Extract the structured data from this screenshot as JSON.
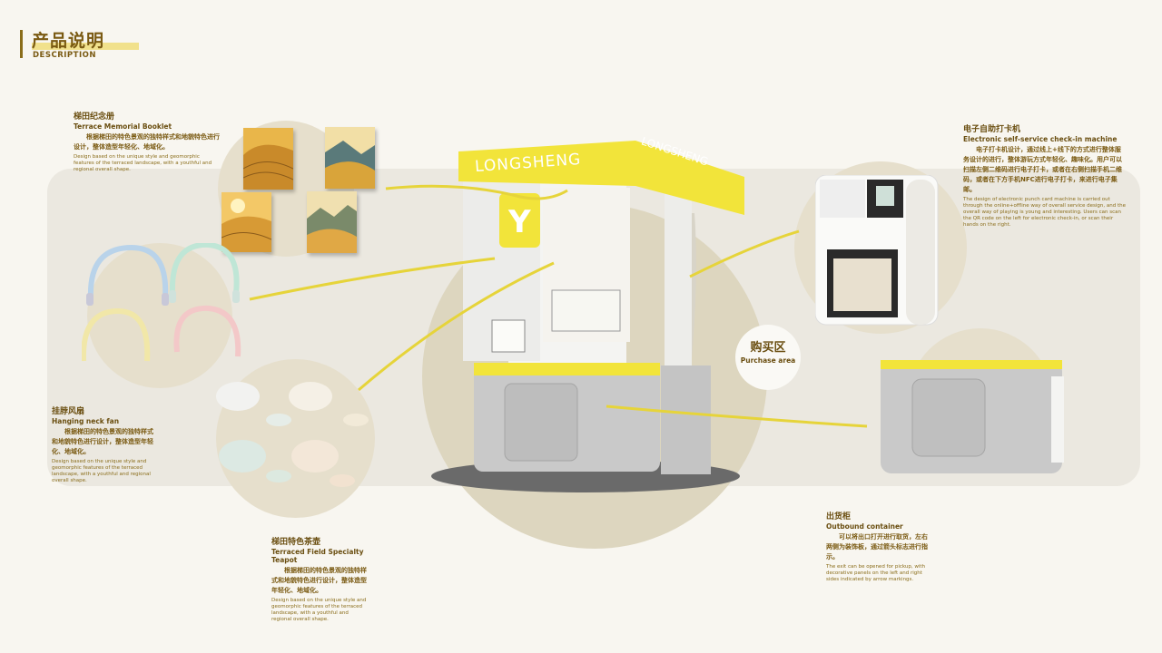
{
  "header": {
    "title": "产品说明",
    "subtitle": "DESCRIPTION"
  },
  "kiosk": {
    "brand_front": "LONGSHENG",
    "brand_side": "LONGSHENG",
    "logo_letter": "Y"
  },
  "purchase": {
    "cn": "购买区",
    "en": "Purchase area"
  },
  "booklet": {
    "cn": "梯田纪念册",
    "en": "Terrace Memorial Booklet",
    "desc_cn": "根据梯田的特色景观的独特样式和地貌特色进行设计，整体造型年轻化、地域化。",
    "desc_en": "Design based on the unique style and geomorphic features of the terraced landscape, with a youthful and regional overall shape."
  },
  "fan": {
    "cn": "挂脖风扇",
    "en": "Hanging neck fan",
    "desc_cn": "根据梯田的特色景观的独特样式和地貌特色进行设计，整体造型年轻化、地域化。",
    "desc_en": "Design based on the unique style and geomorphic features of the terraced landscape, with a youthful and regional overall shape."
  },
  "teapot": {
    "cn": "梯田特色茶壶",
    "en": "Terraced Field Specialty Teapot",
    "desc_cn": "根据梯田的特色景观的独特样式和地貌特色进行设计，整体造型年轻化、地域化。",
    "desc_en": "Design based on the unique style and geomorphic features of the terraced landscape, with a youthful and regional overall shape."
  },
  "checkin": {
    "cn": "电子自助打卡机",
    "en": "Electronic self-service check-in machine",
    "desc_cn": "电子打卡机设计，通过线上+线下的方式进行整体服务设计的进行，整体游玩方式年轻化、趣味化。用户可以扫描左侧二维码进行电子打卡，或者在右侧扫描手机二维码，或者在下方手机NFC进行电子打卡，来进行电子集邮。",
    "desc_en": "The design of electronic punch card machine is carried out through the online+offline way of overall service design, and the overall way of playing is young and interesting. Users can scan the QR code on the left for electronic check-in, or scan their hands on the right."
  },
  "outbound": {
    "cn": "出货柜",
    "en": "Outbound container",
    "desc_cn": "可以将出口打开进行取货，左右两侧为装饰板，通过箭头标志进行指示。",
    "desc_en": "The exit can be opened for pickup, with decorative panels on the left and right sides indicated by arrow markings."
  },
  "colors": {
    "accent": "#f2e43a",
    "text": "#6a4e10",
    "band": "#ebe8e0",
    "circle": "#e6dfcc"
  }
}
